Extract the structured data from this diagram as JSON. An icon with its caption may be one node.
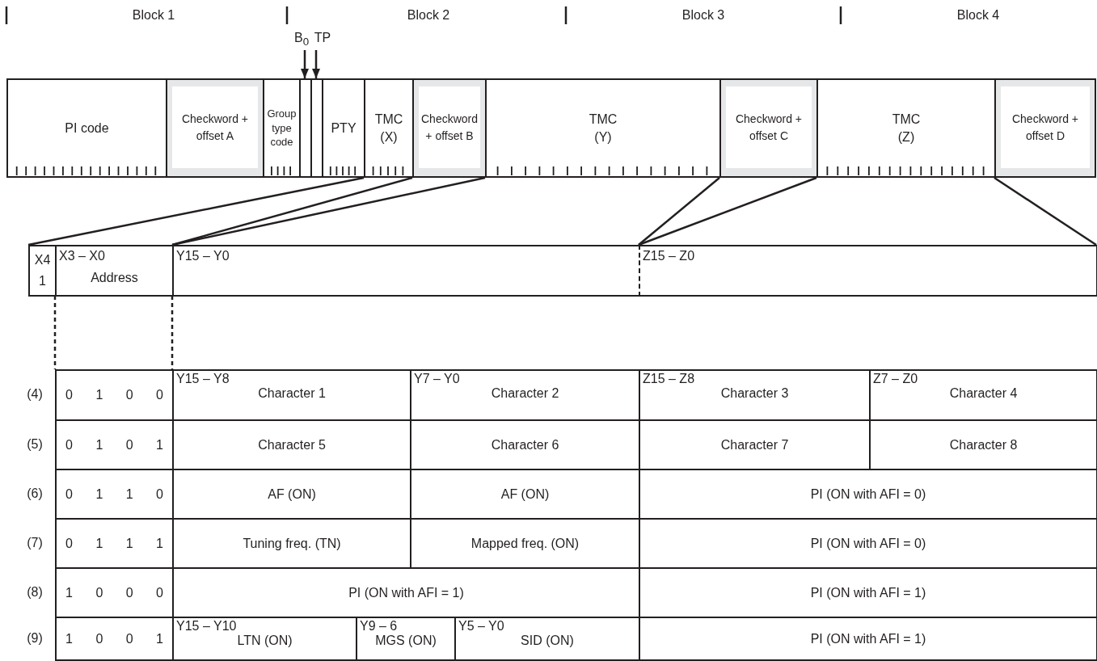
{
  "diagram": {
    "nodes": [
      {
        "text": [
          "B$_{0}$"
        ]
      },
      {
        "text": [
          "TP"
        ]
      },
      {
        "text": [
          "PI code"
        ]
      },
      {
        "text": [
          "Checkword + offset A"
        ]
      },
      {
        "text": [
          "Group type code"
        ]
      },
      {
        "text": [],
        "shape": "box"
      },
      {
        "text": [],
        "shape": "box"
      },
      {
        "text": [
          "PTY"
        ]
      },
      {
        "text": [
          "TMC (X)"
        ]
      },
      {
        "text": [
          "Checkword + offset B"
        ]
      },
      {
        "text": [
          "TMC (Y)"
        ]
      },
      {
        "text": [
          "Checkword + offset C"
        ]
      },
      {
        "text": [
          "TMC (Z)"
        ]
      },
      {
        "text": [
          "Checkword + offset D"
        ]
      },
      {
        "text": [
          "X4",
          "1"
        ]
      },
      {
        "text": [
          "X3 – X0",
          "Address"
        ]
      },
      {
        "text": [
          "Y15 – Y0"
        ]
      },
      {
        "text": [
          "Z15 – Z0"
        ]
      }
    ],
    "edges": [
      {
        "from": 0,
        "to": 5,
        "arrow": "to"
      },
      {
        "from": 1,
        "to": 6,
        "arrow": "to"
      },
      {
        "from": 8,
        "to": 14,
        "arrow": "none"
      },
      {
        "from": 8,
        "to": 15,
        "arrow": "none"
      },
      {
        "from": 10,
        "to": 16,
        "arrow": "none"
      },
      {
        "from": 10,
        "to": 16,
        "arrow": "none"
      },
      {
        "from": 12,
        "to": 17,
        "arrow": "none"
      },
      {
        "from": 12,
        "to": 17,
        "arrow": "none"
      }
    ],
    "labels": [
      "Block 1",
      "Block 2",
      "Block 3",
      "Block 4",
      "(4)",
      "0 1 0 0",
      "Y15 – Y8",
      "Character 1",
      "Y7 – Y0",
      "Character 2",
      "Z15 – Z8",
      "Character 3",
      "Z7 – Z0",
      "Character 4",
      "(5)",
      "0 1 0 1",
      "Character 5",
      "Character 6",
      "Character 7",
      "Character 8",
      "(6)",
      "0 1 1 0",
      "AF (ON)",
      "AF (ON)",
      "PI (ON with AFI = 0)",
      "(7)",
      "0 1 1 1",
      "Tuning freq. (TN)",
      "Mapped freq. (ON)",
      "PI (ON with AFI = 0)",
      "(8)",
      "1 0 0 0",
      "PI (ON with AFI = 1)",
      "PI (ON with AFI = 1)",
      "(9)",
      "1 0 0 1",
      "Y15 – Y10",
      "LTN (ON)",
      "Y9 – 6",
      "MGS (ON)",
      "Y5 – Y0",
      "SID (ON)",
      "PI (ON with AFI = 1)"
    ]
  }
}
